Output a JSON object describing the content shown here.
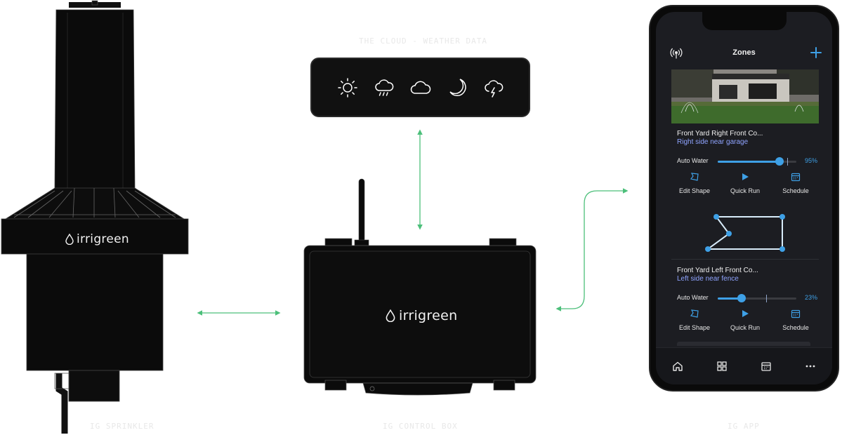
{
  "captions": {
    "cloud": "THE CLOUD - WEATHER DATA",
    "sprinkler": "IG SPRINKLER",
    "control_box": "IG CONTROL BOX",
    "app": "IG APP"
  },
  "brand": {
    "logo_text": "irrigreen",
    "accent_color": "#3ea0e6",
    "connector_color": "#4cbf7a"
  },
  "weather_icons": [
    "sun-icon",
    "rain-cloud-icon",
    "cloud-icon",
    "moon-icon",
    "storm-cloud-icon"
  ],
  "app": {
    "header": {
      "title": "Zones",
      "left_icon": "signal-icon",
      "right_icon": "add-icon"
    },
    "zones": [
      {
        "title": "Front Yard Right Front Co...",
        "subtitle": "Right side near garage",
        "auto_water_label": "Auto Water",
        "auto_water_percent": "95%",
        "auto_water_value": 0.79,
        "actions": [
          {
            "label": "Edit Shape",
            "icon": "edit-shape-icon"
          },
          {
            "label": "Quick Run",
            "icon": "play-icon"
          },
          {
            "label": "Schedule",
            "icon": "calendar-icon"
          }
        ]
      },
      {
        "title": "Front Yard Left Front Co...",
        "subtitle": "Left side near fence",
        "auto_water_label": "Auto Water",
        "auto_water_percent": "23%",
        "auto_water_value": 0.3,
        "actions": [
          {
            "label": "Edit Shape",
            "icon": "edit-shape-icon"
          },
          {
            "label": "Quick Run",
            "icon": "play-icon"
          },
          {
            "label": "Schedule",
            "icon": "calendar-icon"
          }
        ]
      }
    ],
    "bottom_nav": [
      "home-icon",
      "grid-icon",
      "calendar-icon",
      "more-icon"
    ]
  }
}
